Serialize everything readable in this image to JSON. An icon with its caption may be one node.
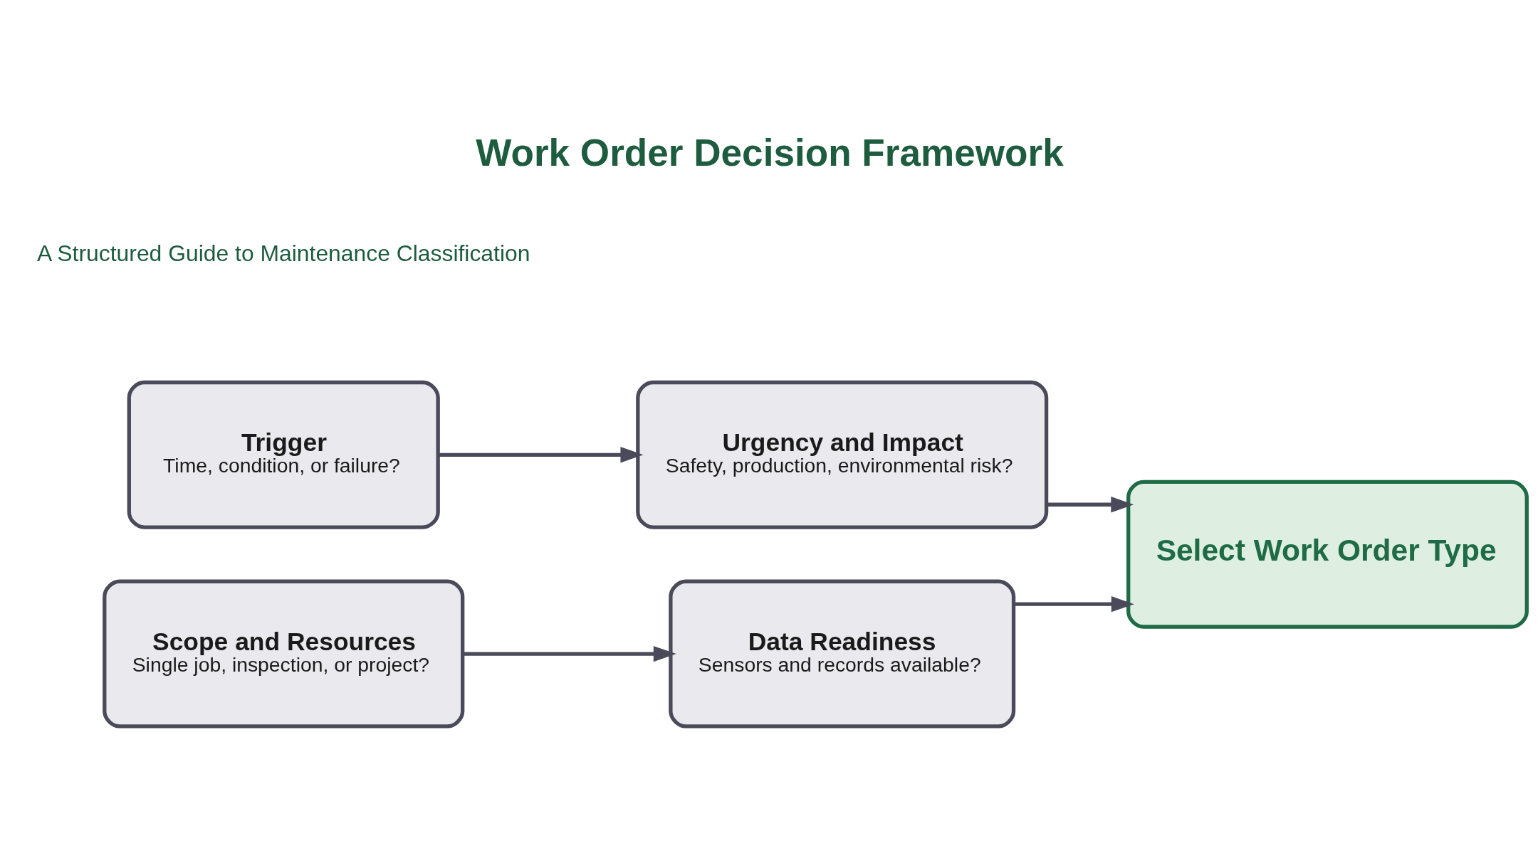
{
  "diagram": {
    "title": "Work Order Decision Framework",
    "nodes": [
      {
        "text": [
          "Trigger",
          "Time, condition, or failure?"
        ]
      },
      {
        "text": [
          "Urgency and Impact",
          "Safety, production, environmental risk?"
        ]
      },
      {
        "text": [
          "Scope and Resources",
          "Single job, inspection, or project?"
        ]
      },
      {
        "text": [
          "Data Readiness",
          "Sensors and records available?"
        ]
      },
      {
        "text": [
          "Select Work Order Type"
        ]
      }
    ],
    "edges": [
      {
        "from": 0,
        "to": 1,
        "arrow": "to"
      },
      {
        "from": 2,
        "to": 3,
        "arrow": "to"
      },
      {
        "from": 1,
        "to": 4,
        "arrow": "to"
      },
      {
        "from": 3,
        "to": 4,
        "arrow": "to"
      }
    ],
    "labels": [
      "A Structured Guide to Maintenance Classification"
    ]
  }
}
